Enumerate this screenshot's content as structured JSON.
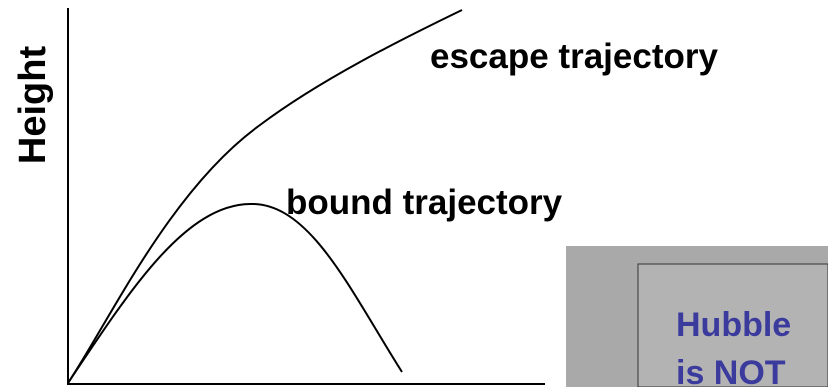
{
  "axes": {
    "y_label": "Height"
  },
  "curves": {
    "escape_label": "escape trajectory",
    "bound_label": "bound trajectory"
  },
  "inset": {
    "line1": "Hubble",
    "line2": "is NOT",
    "text_color": "#3b3b9e",
    "background_color": "#a9a9a9"
  }
}
